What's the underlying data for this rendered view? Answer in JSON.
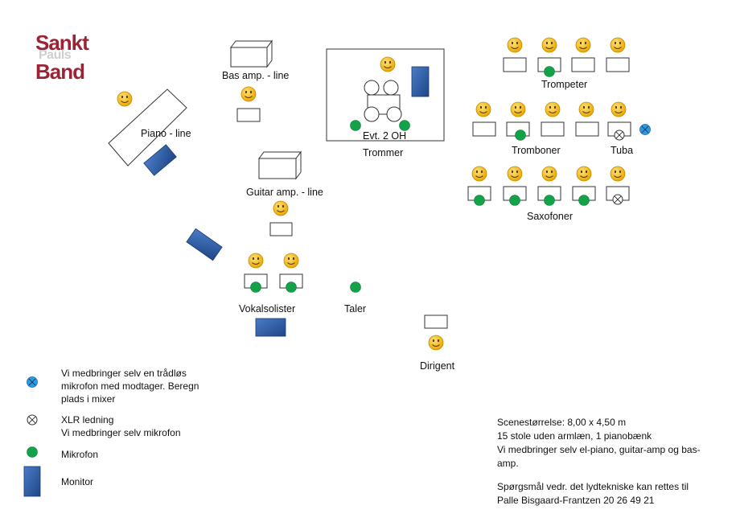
{
  "logo": {
    "line1": "Sankt",
    "line2": "Pauls",
    "line3": "Band"
  },
  "labels": {
    "bas_amp": "Bas amp. - line",
    "piano": "Piano - line",
    "guitar_amp": "Guitar amp. - line",
    "evt_oh": "Evt. 2 OH",
    "trommer": "Trommer",
    "trompeter": "Trompeter",
    "tromboner": "Tromboner",
    "tuba": "Tuba",
    "saxofoner": "Saxofoner",
    "vokalsolister": "Vokalsolister",
    "taler": "Taler",
    "dirigent": "Dirigent"
  },
  "legend": {
    "wireless": [
      "Vi medbringer selv en trådløs",
      "mikrofon med modtager. Beregn",
      "plads i mixer"
    ],
    "xlr": [
      "XLR ledning",
      "Vi medbringer selv mikrofon"
    ],
    "mikrofon": "Mikrofon",
    "monitor": "Monitor"
  },
  "info": {
    "stage_lines": [
      "Scenestørrelse: 8,00 x 4,50 m",
      "15 stole uden armlæn, 1 pianobænk",
      "Vi medbringer selv el-piano, guitar-amp og bas-",
      "amp."
    ],
    "contact_lines": [
      "Spørgsmål vedr. det lydtekniske kan rettes til",
      "Palle Bisgaard-Frantzen 20 26 49 21"
    ]
  },
  "colors": {
    "mic": "#13a24a",
    "monitor": "#2f5fa8",
    "wireless": "#2e9be0",
    "smiley": "#f4c430",
    "logo": "#9b2335"
  }
}
